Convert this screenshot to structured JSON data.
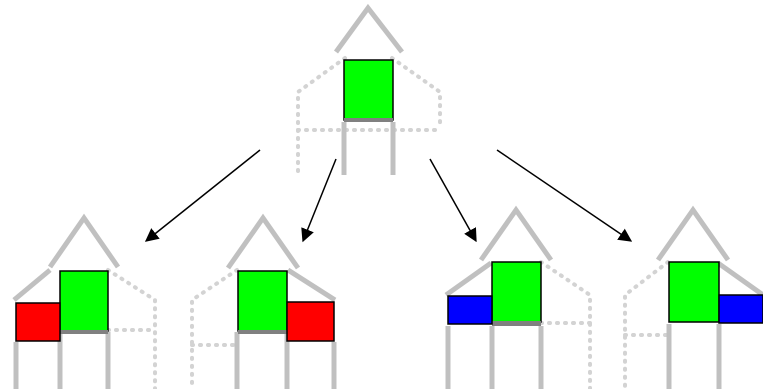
{
  "colors": {
    "structure": "#c0c0c0",
    "dotted": "#d3d3d3",
    "arrow": "#000000",
    "block_green": "#00ff00",
    "block_red": "#ff0000",
    "block_blue": "#0000ff",
    "block_outline": "#000000",
    "base_bar": "#808080"
  },
  "diagram": {
    "top": {
      "central_block": "block_green"
    },
    "children": [
      {
        "central_block": "block_green",
        "extra_block": "block_red",
        "extra_side": "left"
      },
      {
        "central_block": "block_green",
        "extra_block": "block_red",
        "extra_side": "right"
      },
      {
        "central_block": "block_green",
        "extra_block": "block_blue",
        "extra_side": "left"
      },
      {
        "central_block": "block_green",
        "extra_block": "block_blue",
        "extra_side": "right"
      }
    ],
    "arrow_count": 4
  }
}
